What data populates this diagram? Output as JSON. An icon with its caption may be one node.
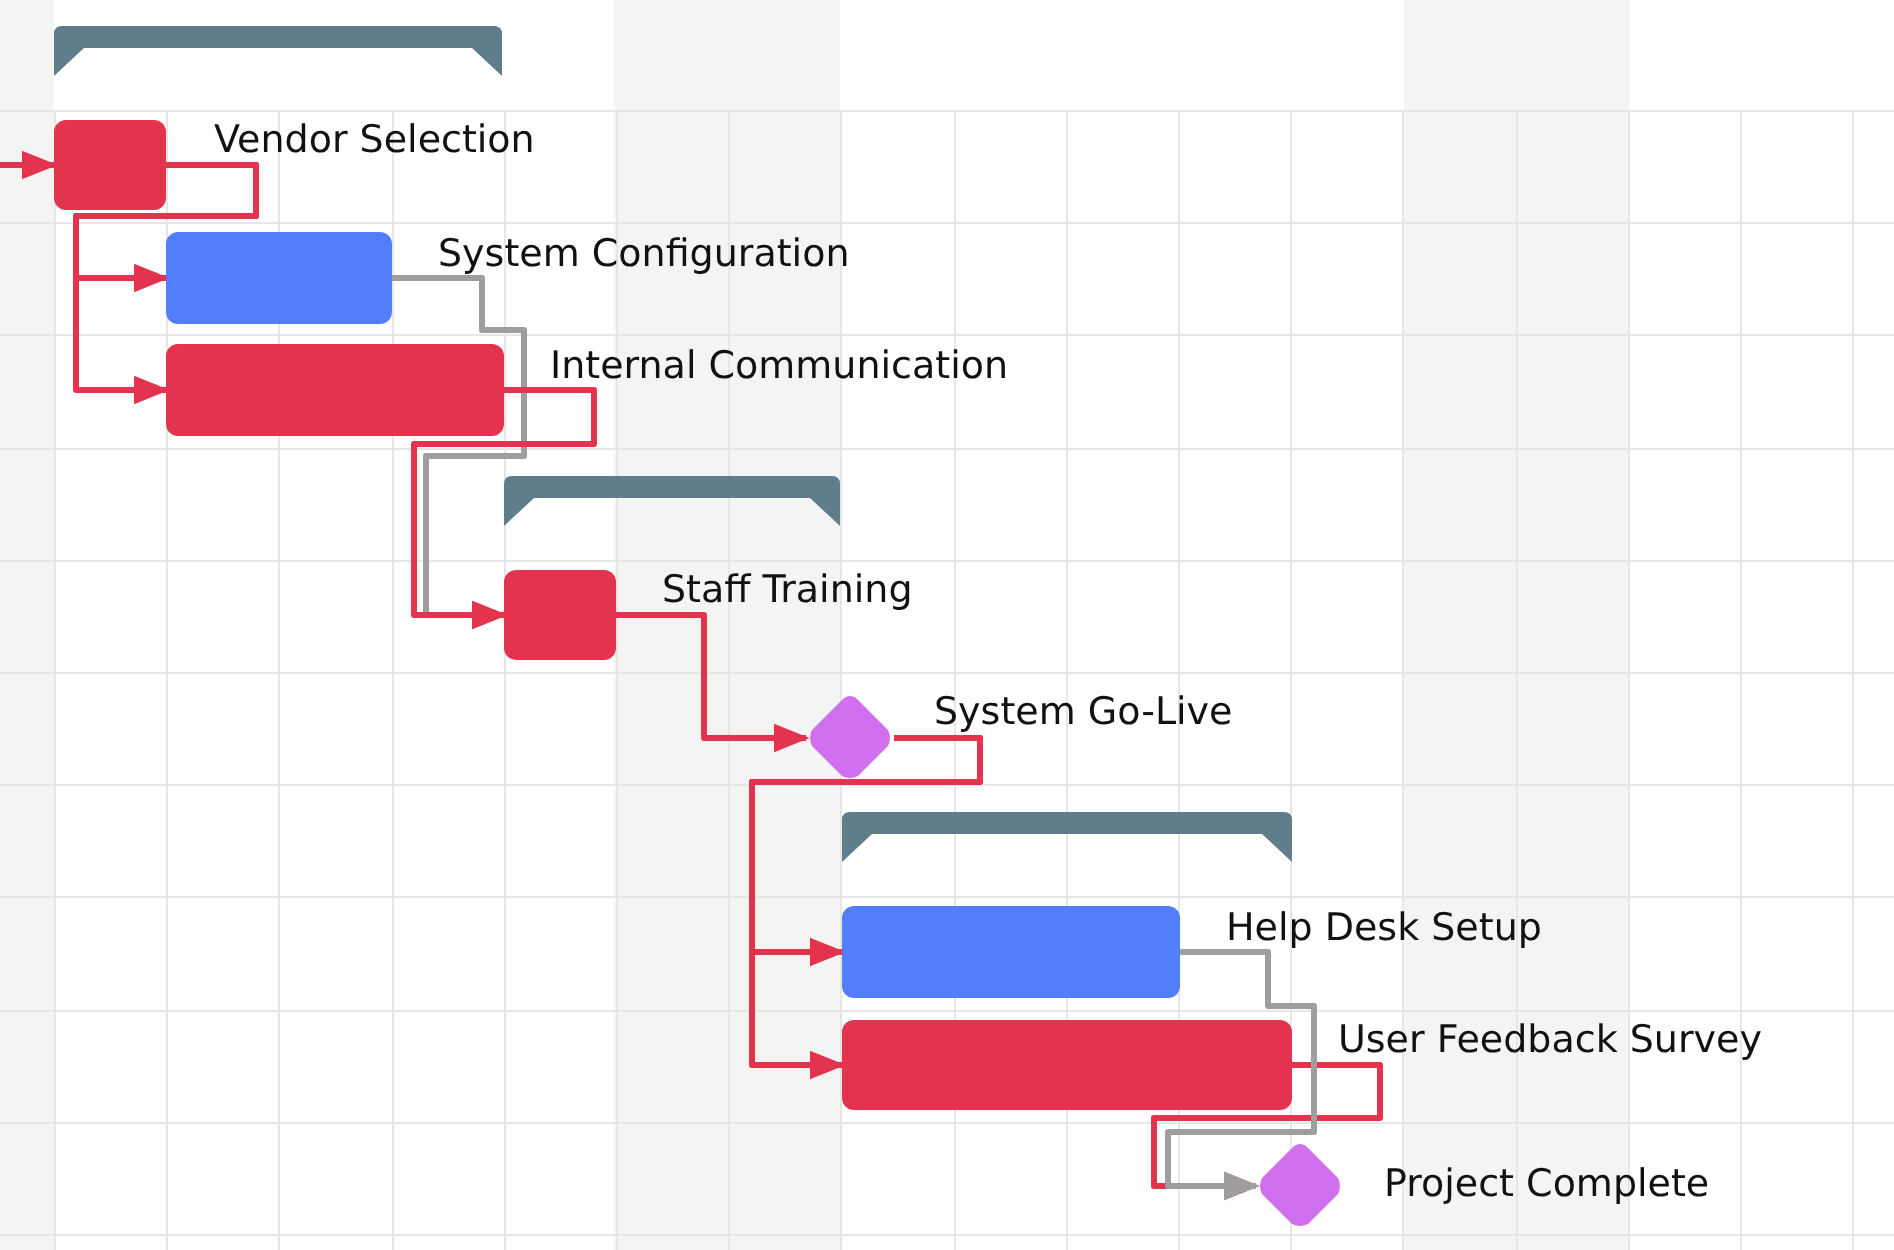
{
  "diagram": {
    "nodes": [
      {
        "text": [],
        "shape": "bracket"
      },
      {
        "text": [],
        "shape": "bar",
        "beside": [
          "Vendor Selection"
        ]
      },
      {
        "text": [],
        "shape": "bar",
        "beside": [
          "System Configuration"
        ]
      },
      {
        "text": [],
        "shape": "bar",
        "beside": [
          "Internal Communication"
        ]
      },
      {
        "text": [],
        "shape": "bracket"
      },
      {
        "text": [],
        "shape": "bar",
        "beside": [
          "Staff Training"
        ]
      },
      {
        "text": [],
        "shape": "diamond",
        "beside": [
          "System Go-Live"
        ]
      },
      {
        "text": [],
        "shape": "bracket"
      },
      {
        "text": [],
        "shape": "bar",
        "beside": [
          "Help Desk Setup"
        ]
      },
      {
        "text": [],
        "shape": "bar",
        "beside": [
          "User Feedback Survey"
        ]
      },
      {
        "text": [],
        "shape": "diamond",
        "beside": [
          "Project Complete"
        ]
      }
    ],
    "edges": [
      {
        "from": null,
        "to": 1,
        "arrow": "to"
      },
      {
        "from": 1,
        "to": 2,
        "arrow": "to"
      },
      {
        "from": 1,
        "to": 3,
        "arrow": "to"
      },
      {
        "from": 2,
        "to": 5,
        "arrow": "to",
        "color": "#9e9e9e"
      },
      {
        "from": 3,
        "to": 5,
        "arrow": "to"
      },
      {
        "from": 5,
        "to": 6,
        "arrow": "to"
      },
      {
        "from": 6,
        "to": 8,
        "arrow": "to"
      },
      {
        "from": 6,
        "to": 9,
        "arrow": "to"
      },
      {
        "from": 9,
        "to": 10,
        "arrow": "to"
      },
      {
        "from": 8,
        "to": 10,
        "arrow": "to",
        "color": "#9e9e9e"
      }
    ]
  }
}
